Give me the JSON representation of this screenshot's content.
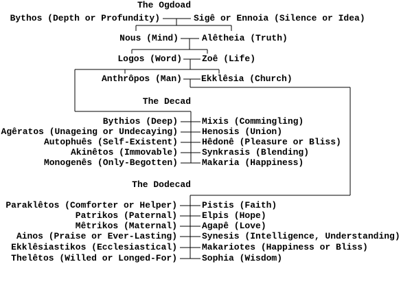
{
  "diagram": {
    "background": "#ffffff",
    "line_color": "#000000",
    "text_color": "#000000",
    "sections": [
      {
        "title": "The Ogdoad",
        "pairs": [
          {
            "left": "Bythos (Depth or Profundity)",
            "right": "Sigê or Ennoia (Silence or Idea)"
          },
          {
            "left": "Nous (Mind)",
            "right": "Alêtheia (Truth)"
          },
          {
            "left": "Logos (Word)",
            "right": "Zoê (Life)"
          },
          {
            "left": "Anthrôpos (Man)",
            "right": "Ekklêsia (Church)"
          }
        ]
      },
      {
        "title": "The Decad",
        "pairs": [
          {
            "left": "Bythios (Deep)",
            "right": "Mixis (Commingling)"
          },
          {
            "left": "Agêratos (Unageing or Undecaying)",
            "right": "Henosis (Union)"
          },
          {
            "left": "Autophuês (Self-Existent)",
            "right": "Hêdonê (Pleasure or Bliss)"
          },
          {
            "left": "Akinêtos (Immovable)",
            "right": "Synkrasis (Blending)"
          },
          {
            "left": "Monogenês (Only-Begotten)",
            "right": "Makaria (Happiness)"
          }
        ]
      },
      {
        "title": "The Dodecad",
        "pairs": [
          {
            "left": "Paraklêtos (Comforter or Helper)",
            "right": "Pistis (Faith)"
          },
          {
            "left": "Patrikos (Paternal)",
            "right": "Elpis (Hope)"
          },
          {
            "left": "Mêtrikos (Maternal)",
            "right": "Agapê (Love)"
          },
          {
            "left": "Ainos (Praise or Ever-Lasting)",
            "right": "Synesis (Intelligence, Understanding)"
          },
          {
            "left": "Ekklêsiastikos (Ecclesiastical)",
            "right": "Makariotes (Happiness or Bliss)"
          },
          {
            "left": "Thelêtos (Willed or Longed-For)",
            "right": "Sophia (Wisdom)"
          }
        ]
      }
    ]
  }
}
